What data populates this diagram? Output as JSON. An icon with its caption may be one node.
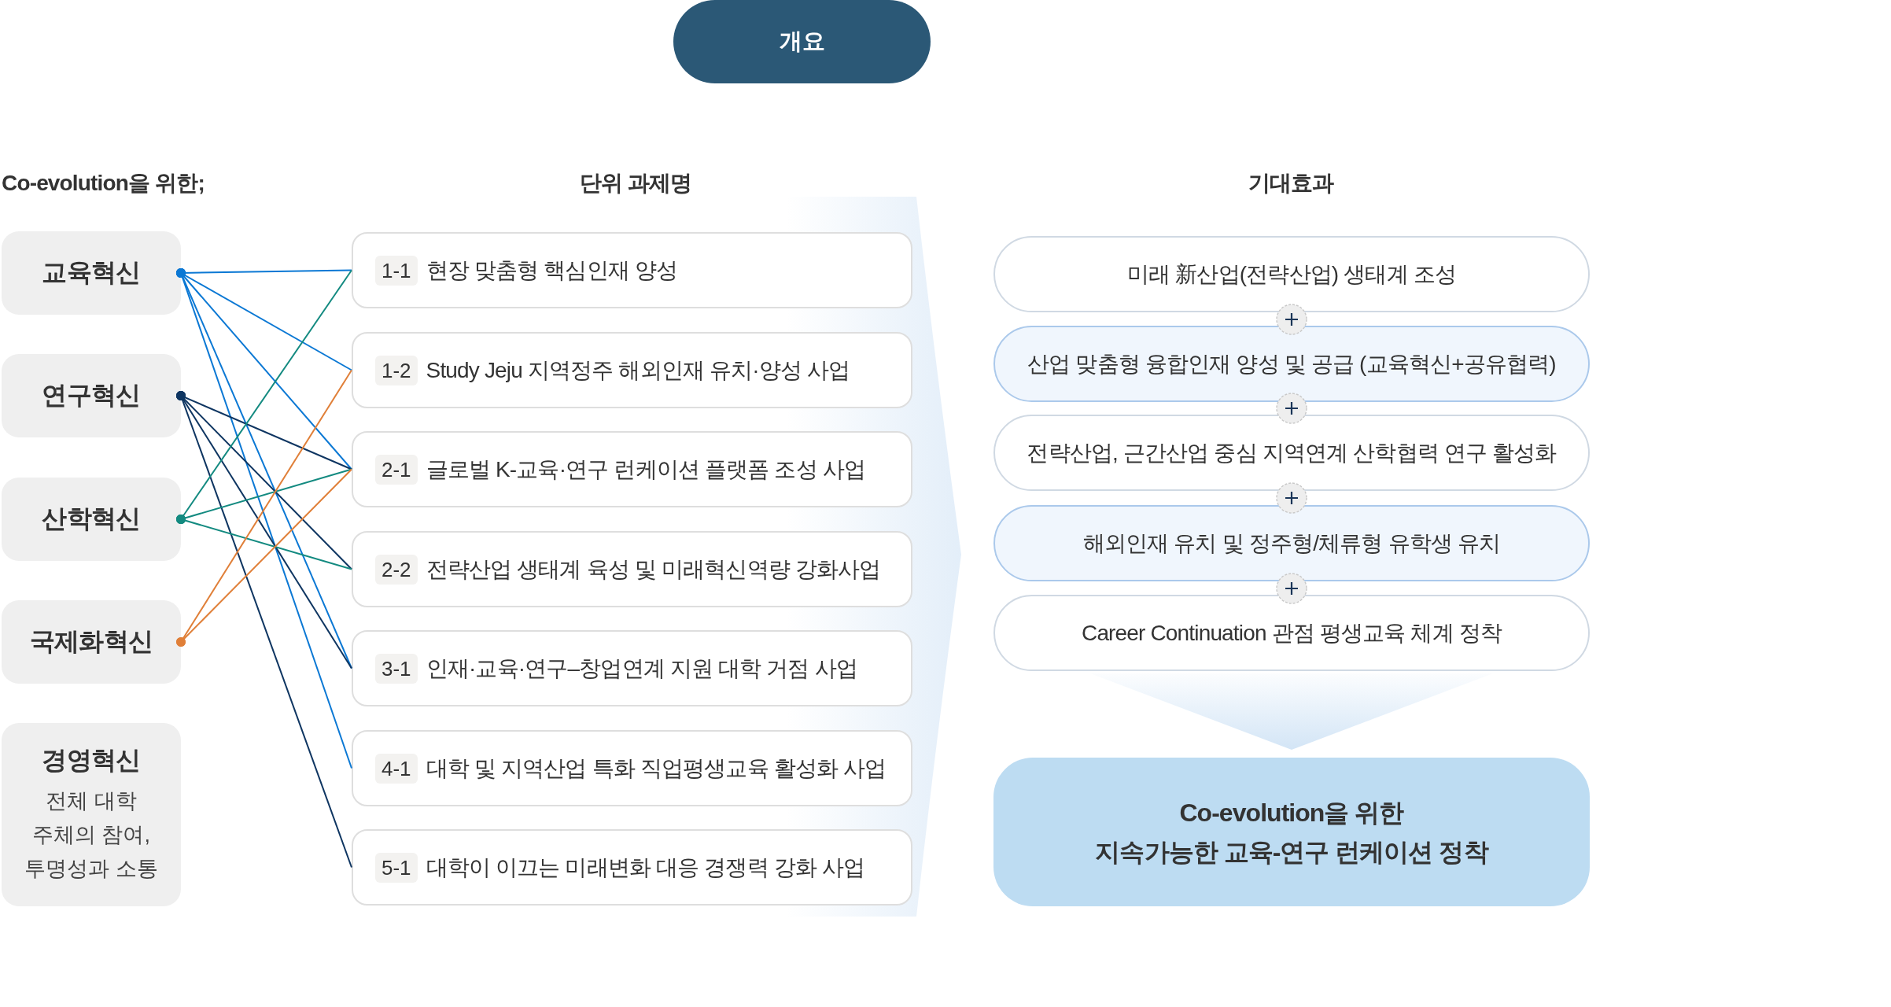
{
  "diagram": {
    "nodes": [
      {
        "text": [
          "개요"
        ]
      },
      {
        "text": [
          "교육혁신"
        ]
      },
      {
        "text": [
          "연구혁신"
        ]
      },
      {
        "text": [
          "산학혁신"
        ]
      },
      {
        "text": [
          "국제화혁신"
        ]
      },
      {
        "text": [
          "경영혁신",
          "전체 대학 주체의 참여, 투명성과 소통"
        ]
      },
      {
        "text": [
          "1-1",
          "현장 맞춤형 핵심인재 양성"
        ]
      },
      {
        "text": [
          "1-2",
          "Study Jeju 지역정주 해외인재 유치·양성 사업"
        ]
      },
      {
        "text": [
          "2-1",
          "글로벌 K-교육·연구 런케이션 플랫폼 조성 사업"
        ]
      },
      {
        "text": [
          "2-2",
          "전략산업 생태계 육성 및 미래혁신역량 강화사업"
        ]
      },
      {
        "text": [
          "3-1",
          "인재·교육·연구–창업연계 지원 대학 거점 사업"
        ]
      },
      {
        "text": [
          "4-1",
          "대학 및 지역산업 특화 직업평생교육 활성화 사업"
        ]
      },
      {
        "text": [
          "5-1",
          "대학이 이끄는 미래변화 대응 경쟁력 강화 사업"
        ]
      },
      {
        "text": [
          "미래 新산업(전략산업) 생태계 조성"
        ]
      },
      {
        "text": [
          "산업 맞춤형 융합인재 양성 및 공급 (교육혁신+공유협력)"
        ]
      },
      {
        "text": [
          "전략산업, 근간산업 중심 지역연계 산학협력 연구 활성화"
        ]
      },
      {
        "text": [
          "해외인재 유치 및 정주형/체류형 유학생 유치"
        ]
      },
      {
        "text": [
          "Career Continuation 관점 평생교육 체계 정착"
        ]
      },
      {
        "text": [
          "Co-evolution을 위한 지속가능한 교육-연구 런케이션 정착"
        ]
      }
    ],
    "edges": [
      {
        "from": 1,
        "to": 6,
        "arrow": "other"
      },
      {
        "from": 1,
        "to": 7,
        "arrow": "other"
      },
      {
        "from": 1,
        "to": 8,
        "arrow": "other"
      },
      {
        "from": 1,
        "to": 10,
        "arrow": "other"
      },
      {
        "from": 1,
        "to": 11,
        "arrow": "other"
      },
      {
        "from": 2,
        "to": 8,
        "arrow": "other",
        "color": "#0e3561"
      },
      {
        "from": 2,
        "to": 9,
        "arrow": "other",
        "color": "#0e3561"
      },
      {
        "from": 2,
        "to": 10,
        "arrow": "other",
        "color": "#0e3561"
      },
      {
        "from": 2,
        "to": 12,
        "arrow": "other",
        "color": "#0e3561"
      },
      {
        "from": 3,
        "to": 6,
        "arrow": "other",
        "color": "#138a80"
      },
      {
        "from": 3,
        "to": 8,
        "arrow": "other",
        "color": "#138a80"
      },
      {
        "from": 3,
        "to": 9,
        "arrow": "other",
        "color": "#138a80"
      },
      {
        "from": 4,
        "to": 7,
        "arrow": "other",
        "color": "#e07f38"
      },
      {
        "from": 4,
        "to": 8,
        "arrow": "other",
        "color": "#e07f38"
      },
      {
        "from": 17,
        "to": 18,
        "arrow": "to",
        "style": "thick",
        "color": "#d3e5f6"
      }
    ],
    "labels": [
      "Co-evolution을 위한;",
      "단위 과제명",
      "기대효과"
    ]
  }
}
